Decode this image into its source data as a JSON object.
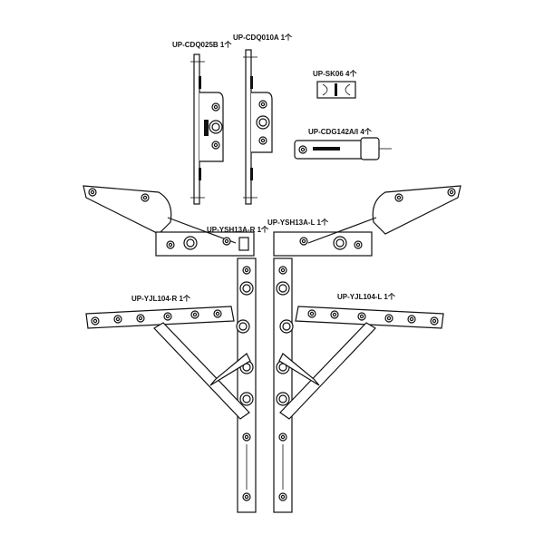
{
  "drawing": {
    "parts": [
      {
        "code": "UP-CDQ025B 1个"
      },
      {
        "code": "UP-CDQ010A 1个"
      },
      {
        "code": "UP-SK06 4个"
      },
      {
        "code": "UP-CDG142A/I 4个"
      },
      {
        "code": "UP-YSH13A-R 1个"
      },
      {
        "code": "UP-YSH13A-L 1个"
      },
      {
        "code": "UP-YJL104-R 1个"
      },
      {
        "code": "UP-YJL104-L 1个"
      }
    ]
  }
}
